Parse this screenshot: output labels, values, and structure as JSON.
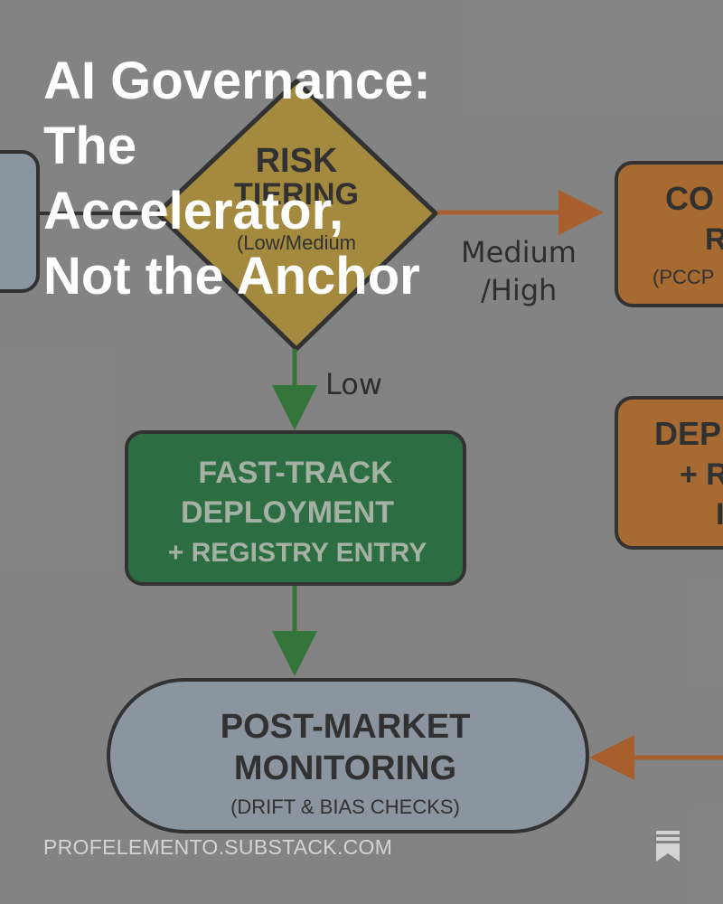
{
  "title": {
    "lines": [
      "AI Governance:",
      "The",
      "Accelerator,",
      "Not the Anchor"
    ]
  },
  "footer": {
    "site": "PROFELEMENTO.SUBSTACK.COM",
    "icon": "bookmark-icon"
  },
  "diagram": {
    "decision_node": {
      "lines": [
        "RISK",
        "TIERING"
      ],
      "sub_line": "(Low/Medium"
    },
    "edges": {
      "medium_high": [
        "Medium",
        "/High"
      ],
      "low": "Low"
    },
    "right_box_top": {
      "lines": [
        "CO",
        "R"
      ],
      "sub_line": "(PCCP"
    },
    "right_box_middle": {
      "lines": [
        "DEP",
        "+ R",
        "I"
      ]
    },
    "fast_track": {
      "lines": [
        "FAST-TRACK",
        "DEPLOYMENT",
        "+ REGISTRY ENTRY"
      ]
    },
    "monitoring": {
      "lines": [
        "POST-MARKET",
        "MONITORING"
      ],
      "sub_line": "(DRIFT & BIAS CHECKS)"
    },
    "colors": {
      "decision": "#c9a53e",
      "fast_track": "#237f41",
      "right_boxes": "#cd7a2c",
      "monitoring": "#a6b5c2",
      "left_box": "#a6b5c2",
      "green_arrow": "#2f8a35",
      "orange_arrow": "#cc6a24"
    }
  }
}
